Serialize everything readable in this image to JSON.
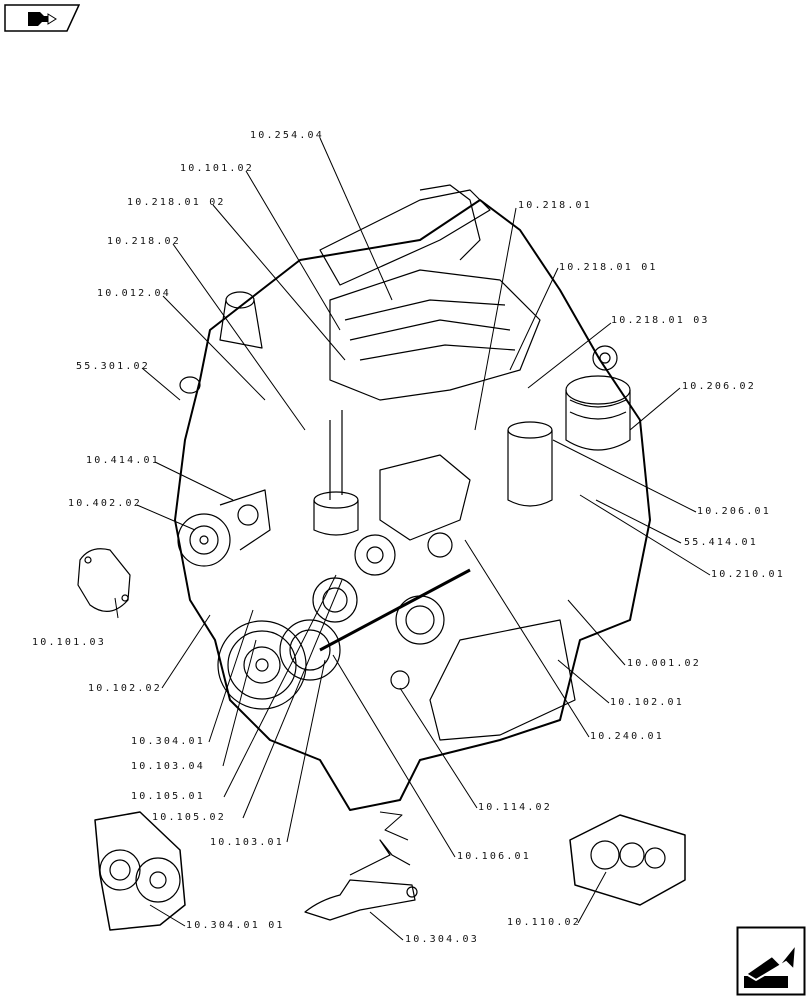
{
  "nav": {
    "top_icon": "book-arrow-icon",
    "bottom_icon": "next-page-arrow-icon"
  },
  "callouts": {
    "c10_254_04": "10.254.04",
    "c10_101_02": "10.101.02",
    "c10_218_01_02": "10.218.01 02",
    "c10_218_02": "10.218.02",
    "c10_012_04": "10.012.04",
    "c55_301_02": "55.301.02",
    "c10_414_01": "10.414.01",
    "c10_402_02": "10.402.02",
    "c10_101_03": "10.101.03",
    "c10_102_02": "10.102.02",
    "c10_304_01": "10.304.01",
    "c10_103_04": "10.103.04",
    "c10_105_01": "10.105.01",
    "c10_105_02": "10.105.02",
    "c10_103_01": "10.103.01",
    "c10_304_01_01": "10.304.01 01",
    "c10_304_03": "10.304.03",
    "c10_106_01": "10.106.01",
    "c10_114_02": "10.114.02",
    "c10_110_02": "10.110.02",
    "c10_240_01": "10.240.01",
    "c10_102_01": "10.102.01",
    "c10_001_02": "10.001.02",
    "c10_210_01": "10.210.01",
    "c55_414_01": "55.414.01",
    "c10_206_01": "10.206.01",
    "c10_206_02": "10.206.02",
    "c10_218_01_03": "10.218.01 03",
    "c10_218_01_01": "10.218.01 01",
    "c10_218_01": "10.218.01"
  }
}
